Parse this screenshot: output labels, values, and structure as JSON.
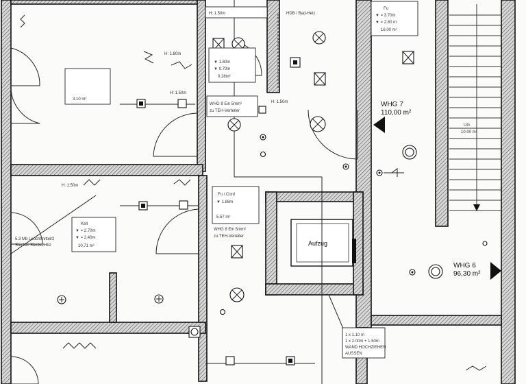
{
  "colors": {
    "line": "#111111",
    "paper": "#fbfbfa",
    "hatch": "#444444"
  },
  "top_strip": {
    "label_a": "H: 1.50m",
    "label_b": "HDB / Bad-Heiz"
  },
  "stair_callout": {
    "line1": "Fu",
    "line2": "▼ = 3.70m",
    "line3": "▼ = 2.80 m",
    "line4": "16.00 m²"
  },
  "room_tl": {
    "height_label": "H: 1.80m",
    "box_line1": "3.10 m²",
    "height_label2": "H: 1.50m"
  },
  "center_box": {
    "line1": "▼ 1.80m",
    "line2": "▼ 0.70m",
    "line3": "0.28m²"
  },
  "center_note": {
    "line1": "WHG 8 Ein 5mm²",
    "line2": "zu TEH-Verteiler"
  },
  "center_note_small": "H: 1.50m",
  "whg7": {
    "name": "WHG 7",
    "area": "110,00 m²"
  },
  "stair_text": {
    "line1": "UG",
    "line2": "10.00 m²"
  },
  "room_ml": {
    "height_label": "H: 1.50m",
    "callout_line1": "Kell",
    "callout_line2": "▼ = 2.70m",
    "callout_line3": "▼ = 2.40m",
    "callout_line4": "10,71 m²",
    "note_line1": "5.3 Mb Leuchtmittel/2",
    "note_line2": "Stecker Steckd/Hbz"
  },
  "lift_callout": {
    "line1": "Fu / Cord",
    "line2": "▼ 1.88m",
    "line3": "5.57 m²"
  },
  "lift_note": {
    "line1": "WHG 8 Ein 5mm²",
    "line2": "zu TEH-Verteiler"
  },
  "lift_label": "Aufzug",
  "whg6": {
    "name": "WHG 6",
    "area": "96,30 m²"
  },
  "bottom_note": {
    "line1": "1 x 1.10 m",
    "line2": "1 x 2.00m + 1.50m",
    "line3": "WAND HOCHZIEHEN",
    "line4": "AUSSEN"
  }
}
